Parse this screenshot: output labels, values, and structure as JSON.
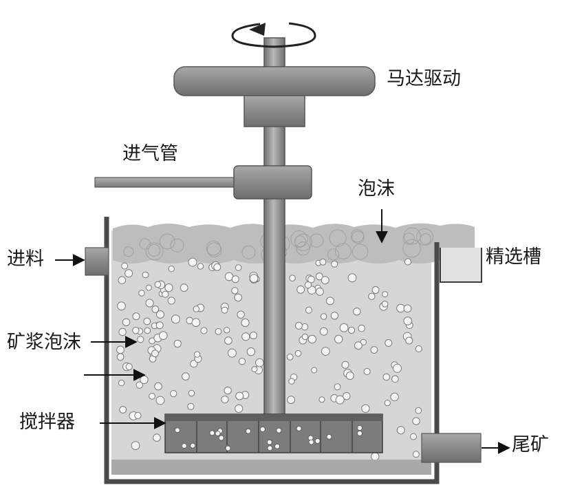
{
  "labels": {
    "motor": "马达驱动",
    "air_pipe": "进气管",
    "froth": "泡沫",
    "feed": "进料",
    "cleaner_cell": "精选槽",
    "pulp_froth": "矿浆泡沫",
    "agitator": "搅拌器",
    "tailings": "尾矿"
  },
  "colors": {
    "metal": "#8c8c8c",
    "metal_dark": "#4d4d4d",
    "pulp": "#d4d4d4",
    "froth": "#bcbcbc",
    "impeller": "#7a7a7a",
    "sediment": "#a8a8a8",
    "outline": "#3a3a3a"
  },
  "icons": [
    "rotation-arrow-icon",
    "pointer-arrow-icon"
  ]
}
